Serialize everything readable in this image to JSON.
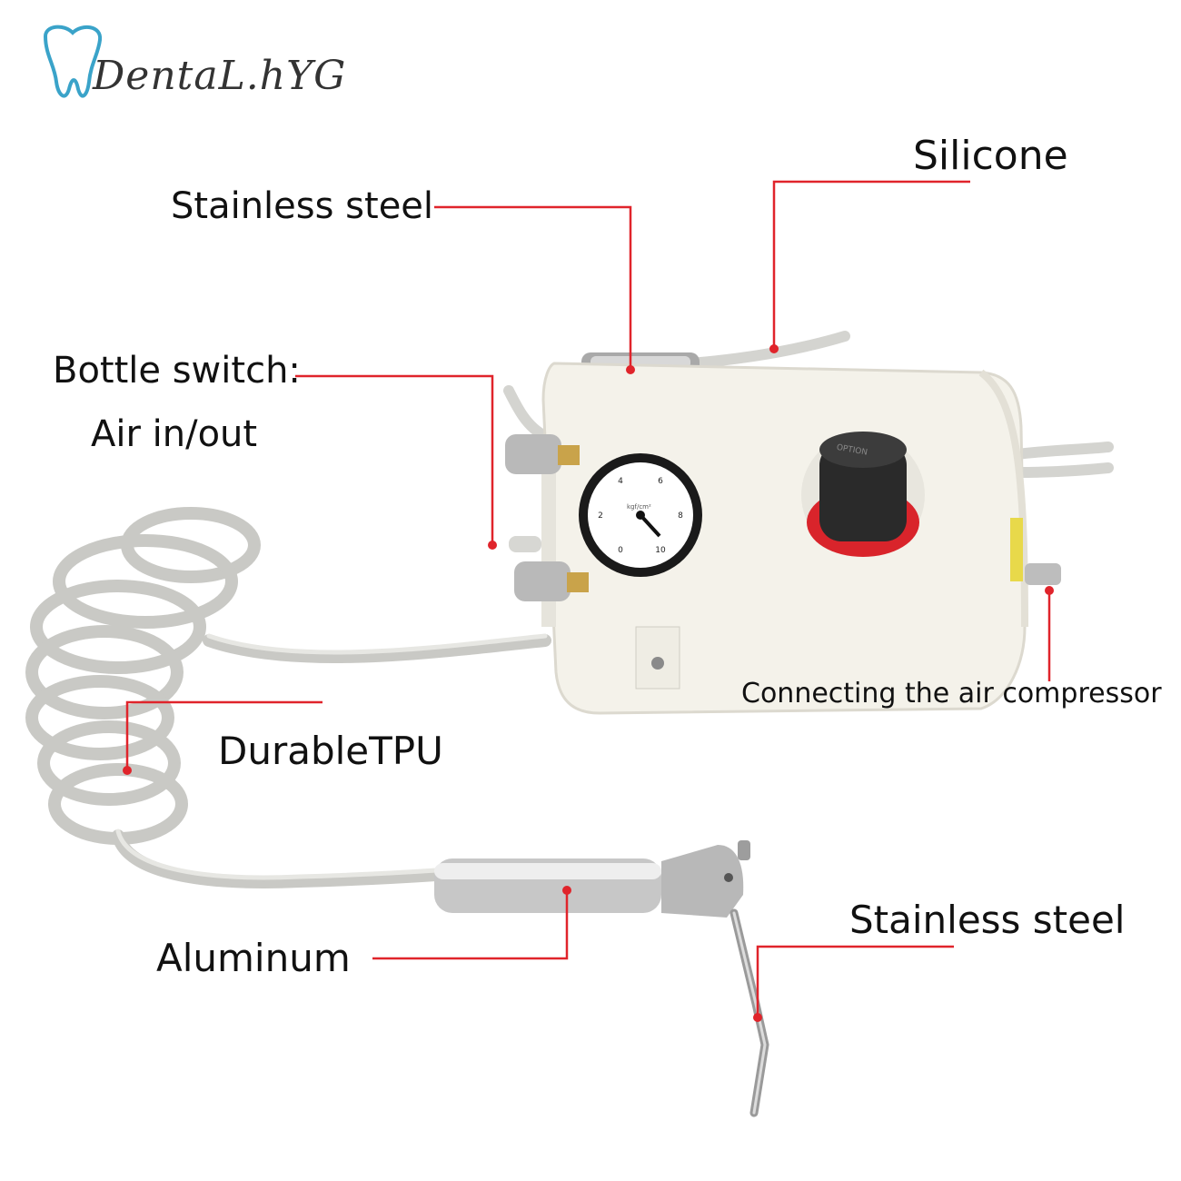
{
  "brand": {
    "name": "DentaL.hYG",
    "tooth_color": "#3aa3c9"
  },
  "accent_color": "#e0242b",
  "labels": {
    "top_right": "Silicone",
    "top_left": "Stainless steel",
    "bottle_switch_line1": "Bottle switch:",
    "bottle_switch_line2": "Air in/out",
    "compressor": "Connecting the air compressor",
    "tube": "DurableTPU",
    "handle": "Aluminum",
    "tip": "Stainless steel"
  },
  "gauge": {
    "ticks": [
      "0",
      "2",
      "4",
      "6",
      "8",
      "10"
    ],
    "inner_text": "kgf/cm²"
  },
  "regulator_text": "OPTION"
}
